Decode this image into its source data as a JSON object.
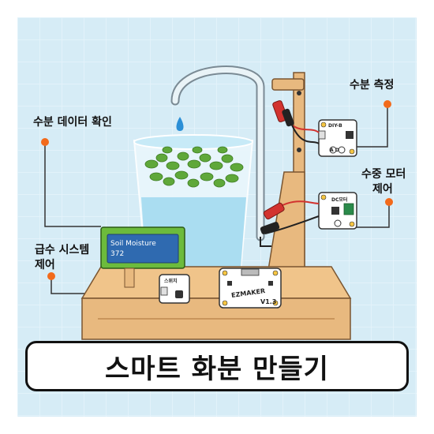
{
  "callouts": {
    "moisture_measure": "수분 측정",
    "check_data": "수분 데이터 확인",
    "pump_control_line1": "수중 모터",
    "pump_control_line2": "제어",
    "water_system_line1": "급수 시스템",
    "water_system_line2": "제어"
  },
  "lcd": {
    "line1": "Soil Moisture",
    "line2": "372"
  },
  "modules": {
    "moisture_sensor_label": "DIY-B",
    "moisture_sensor_pins": "A D",
    "motor_module_label": "DC모터",
    "switch_module_label": "스위치",
    "board_brand": "EZMAKER",
    "board_version": "V1.3"
  },
  "title": "스마트 화분 만들기",
  "colors": {
    "background": "#d6ecf6",
    "wood": "#e8b97f",
    "wood_dark": "#c9955c",
    "callout_dot": "#f26a1b",
    "lcd_green": "#6cbb3c",
    "lcd_screen": "#2f6ab0",
    "water": "#9fd8ef",
    "plant": "#5fa83a",
    "wire_red": "#d2332f",
    "wire_black": "#222222"
  },
  "icons": [
    "water-drop-icon",
    "plant-icon",
    "alligator-clip-icon"
  ]
}
